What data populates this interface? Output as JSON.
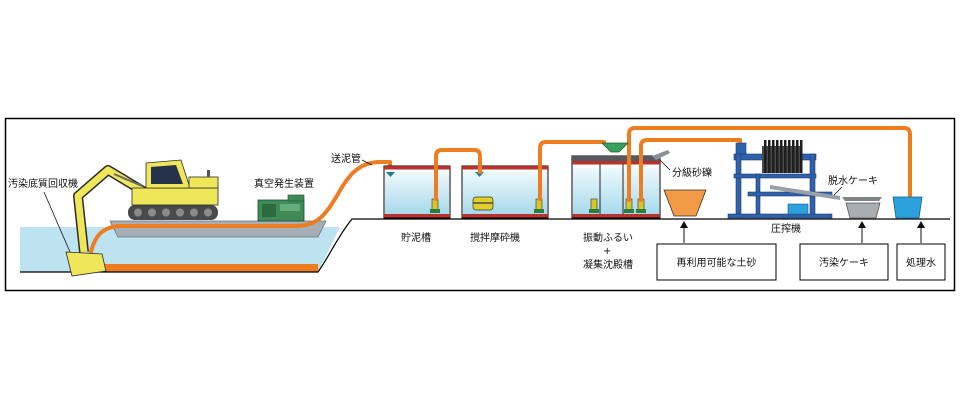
{
  "diagram": {
    "labels": {
      "sediment_recovery_machine": "汚染底質回収機",
      "vacuum_generator": "真空発生装置",
      "slurry_pipe": "送泥管",
      "sludge_storage_tank": "貯泥槽",
      "attrition_mixer": "撹拌摩砕機",
      "vibrating_screen": "振動ふるい",
      "plus": "+",
      "coagulation_settling_tank": "凝集沈殿槽",
      "classified_gravel": "分級砂礫",
      "filter_press": "圧搾機",
      "dewatered_cake": "脱水ケーキ"
    },
    "outputs": [
      {
        "label": "再利用可能な土砂"
      },
      {
        "label": "汚染ケーキ"
      },
      {
        "label": "処理水"
      }
    ]
  },
  "colors": {
    "pipe": "#ee7d22",
    "water": "#bde3f1",
    "excavator": "#f0e65a",
    "barge": "#a6aeb6",
    "vacuum_generator": "#3f8a57",
    "tank_rim": "#b8312d",
    "filter_press": "#2f62aa",
    "gravel_cone": "#f29a45",
    "treated_water_bucket": "#2ba2dc",
    "cake_tray": "#a9aeb3"
  }
}
